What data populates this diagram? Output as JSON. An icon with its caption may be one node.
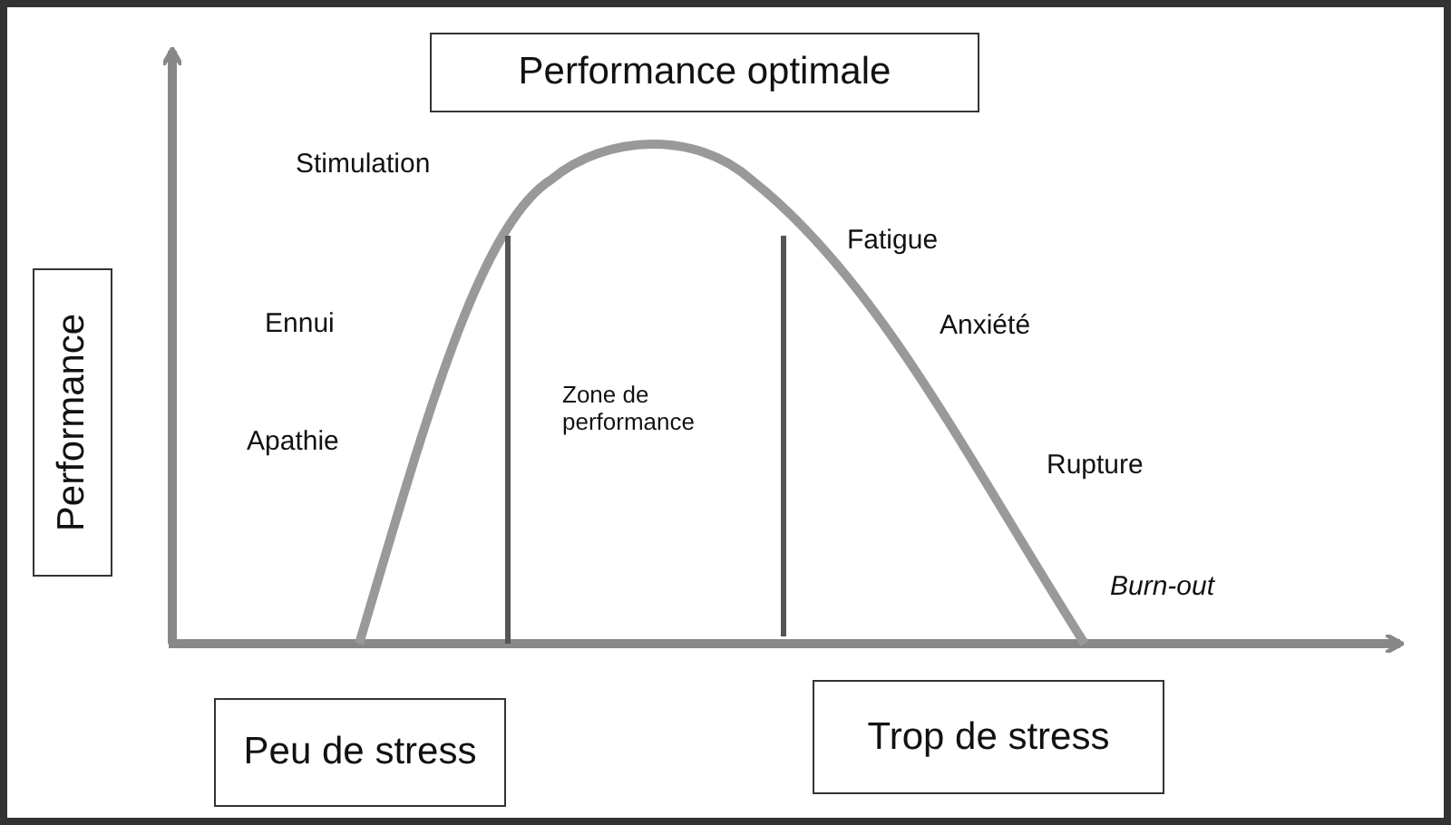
{
  "diagram": {
    "nodes": [
      {
        "text": [
          "Performance optimale"
        ]
      },
      {
        "text": [
          "Performance"
        ]
      },
      {
        "text": [
          "Peu de stress"
        ]
      },
      {
        "text": [
          "Trop de stress"
        ]
      }
    ],
    "labels": [
      "Stimulation",
      "Ennui",
      "Apathie",
      "Zone de performance",
      "Fatigue",
      "Anxiété",
      "Rupture",
      "Burn-out"
    ]
  }
}
